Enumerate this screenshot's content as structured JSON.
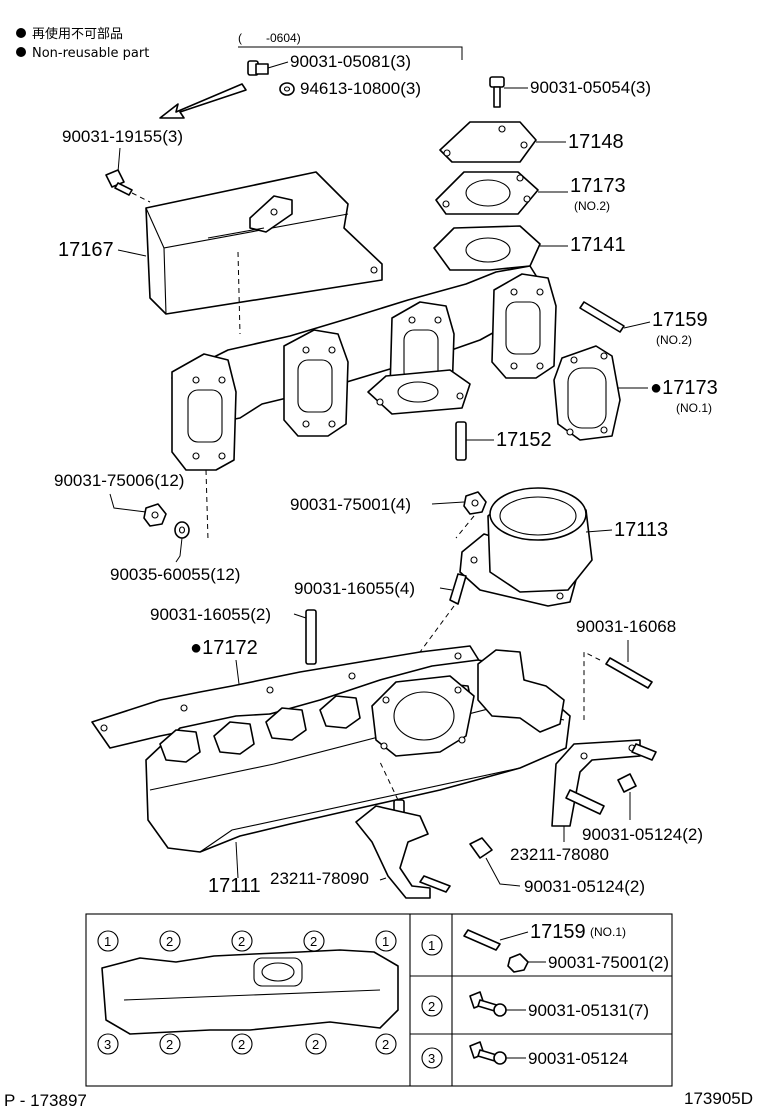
{
  "legend": {
    "line1": "再使用不可部品",
    "line2": "Non-reusable part"
  },
  "labels": {
    "date_range": "(　　-0604)",
    "p_90031_05081": "90031-05081(3)",
    "p_94613_10800": "94613-10800(3)",
    "p_90031_05054": "90031-05054(3)",
    "p_90031_19155": "90031-19155(3)",
    "p_17148": "17148",
    "p_17173_no2": "17173",
    "p_17173_no2_sub": "(NO.2)",
    "p_17167": "17167",
    "p_17141": "17141",
    "p_17159_no2": "17159",
    "p_17159_no2_sub": "(NO.2)",
    "p_17173_no1": "●17173",
    "p_17173_no1_sub": "(NO.1)",
    "p_17152": "17152",
    "p_90031_75006": "90031-75006(12)",
    "p_90031_75001": "90031-75001(4)",
    "p_17113": "17113",
    "p_90035_60055": "90035-60055(12)",
    "p_90031_16055_4": "90031-16055(4)",
    "p_90031_16055_2": "90031-16055(2)",
    "p_90031_16068": "90031-16068",
    "p_17172": "●17172",
    "p_90031_05124_2a": "90031-05124(2)",
    "p_23211_78080": "23211-78080",
    "p_17111": "17111",
    "p_23211_78090": "23211-78090",
    "p_90031_05124_2b": "90031-05124(2)"
  },
  "inset": {
    "top_circles": [
      "1",
      "2",
      "2",
      "2",
      "1"
    ],
    "bottom_circles": [
      "3",
      "2",
      "2",
      "2",
      "2"
    ],
    "rows": [
      {
        "num": "1",
        "part_a": "17159",
        "part_a_sub": "(NO.1)",
        "part_b": "90031-75001(2)"
      },
      {
        "num": "2",
        "part_a": "90031-05131(7)"
      },
      {
        "num": "3",
        "part_a": "90031-05124"
      }
    ]
  },
  "footer": {
    "left": "P - 173897",
    "right": "173905D"
  }
}
